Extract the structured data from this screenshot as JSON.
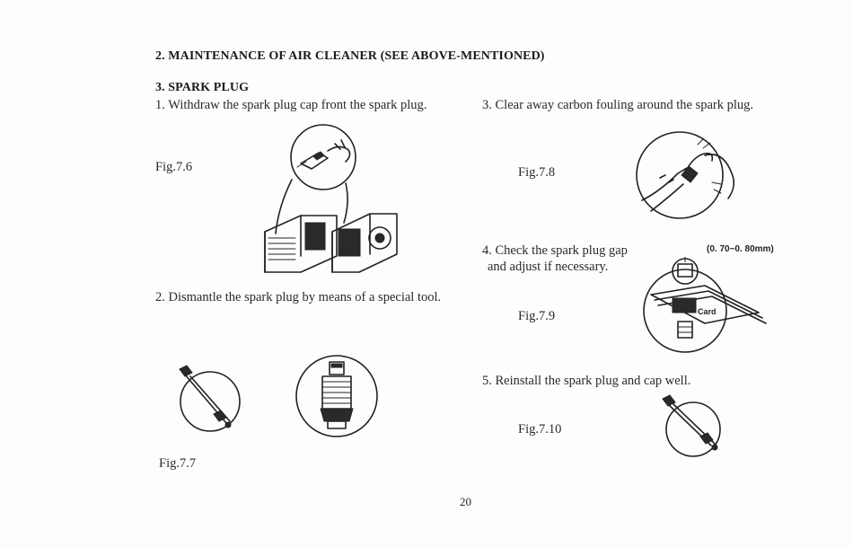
{
  "heading_section2": "2. MAINTENANCE OF AIR CLEANER (SEE ABOVE-MENTIONED)",
  "heading_section3": "3. SPARK PLUG",
  "steps": {
    "step1": "1. Withdraw the spark plug cap front the spark plug.",
    "step2": "2. Dismantle the spark plug by means of a special tool.",
    "step3": "3. Clear away carbon fouling around the spark plug.",
    "step4_line1": "4. Check the spark plug gap",
    "step4_line2": "and adjust if necessary.",
    "step5": "5. Reinstall the spark plug and cap well."
  },
  "figures": {
    "fig76": "Fig.7.6",
    "fig77": "Fig.7.7",
    "fig78": "Fig.7.8",
    "fig79": "Fig.7.9",
    "fig710": "Fig.7.10"
  },
  "fig79_gap_label": "(0. 70~0. 80mm)",
  "fig79_card_label": "Card",
  "page_number": "20"
}
